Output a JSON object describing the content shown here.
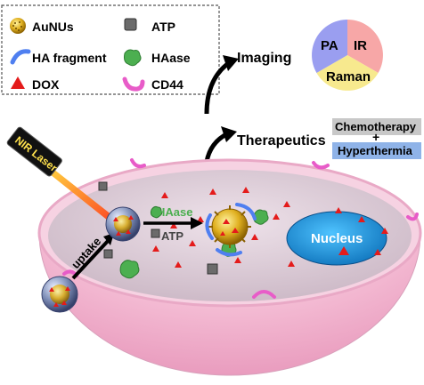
{
  "legend": {
    "items": {
      "aunus": "AuNUs",
      "atp": "ATP",
      "ha_fragment": "HA fragment",
      "haase": "HAase",
      "dox": "DOX",
      "cd44": "CD44"
    }
  },
  "outcomes": {
    "imaging": "Imaging",
    "therapeutics": "Therapeutics"
  },
  "imaging_wheel": {
    "pa": "PA",
    "ir": "IR",
    "raman": "Raman",
    "colors": {
      "pa": "#9a9ef0",
      "ir": "#f7a7a7",
      "raman": "#f7e98e"
    }
  },
  "therapy": {
    "chemotherapy": "Chemotherapy",
    "plus": "+",
    "hyperthermia": "Hyperthermia",
    "colors": {
      "chemotherapy": "#c8c8c8",
      "hyperthermia": "#8fb3e8"
    }
  },
  "cell": {
    "laser_label": "NIR Laser",
    "uptake_label": "uptake",
    "haase_label": "HAase",
    "atp_label": "ATP",
    "nucleus_label": "Nucleus",
    "colors": {
      "cytoplasm": "#d9c7d3",
      "rim": "#f2b8d0",
      "nucleus": "#1c9ce0",
      "haase": "#4caf50",
      "dox": "#e41b1b"
    }
  }
}
